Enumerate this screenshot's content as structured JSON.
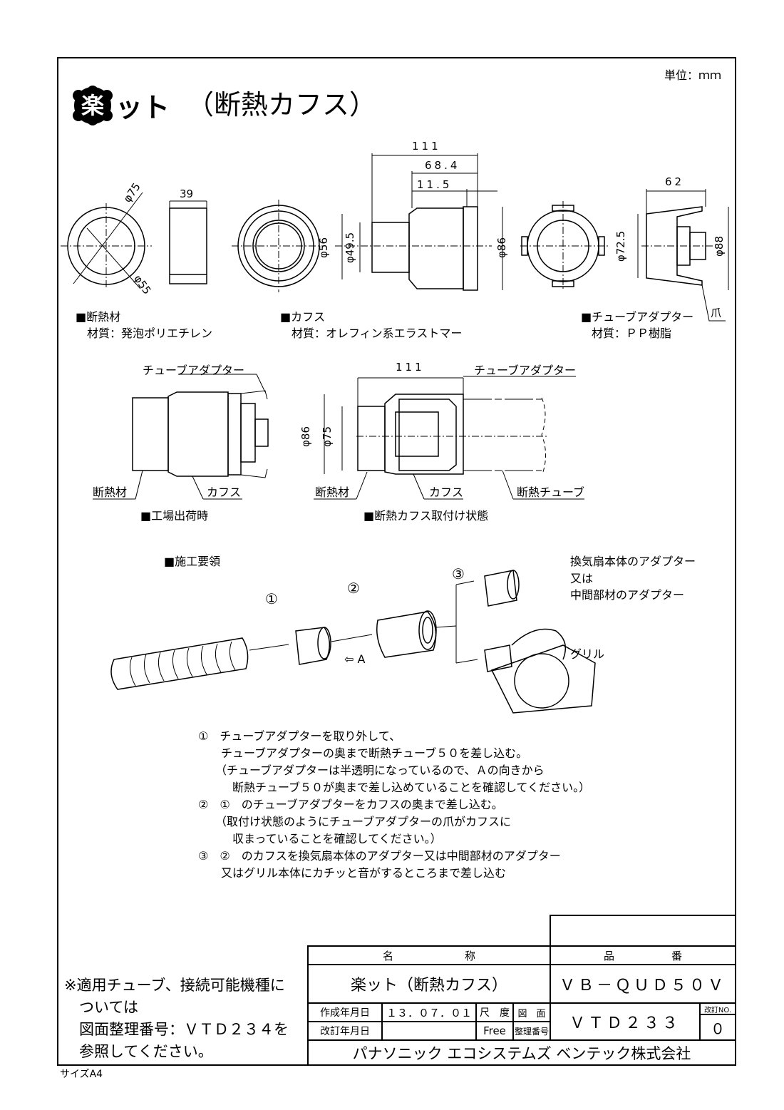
{
  "unit": "単位：ｍｍ",
  "title": {
    "logo_char": "楽",
    "logo_suffix": "ット",
    "subtitle": "（断熱カフス）"
  },
  "parts": {
    "insulator": {
      "label": "■断熱材",
      "material": "材質：発泡ポリエチレン",
      "dim_outer": "φ75",
      "dim_inner": "φ55",
      "dim_len": "39"
    },
    "cuffs": {
      "label": "■カフス",
      "material": "材質：オレフィン系エラストマー",
      "dim_total": "111",
      "dim_mid": "68.4",
      "dim_small": "11.5",
      "dim_d56": "φ56",
      "dim_d495": "φ49.5",
      "dim_d86": "φ86"
    },
    "adapter": {
      "label": "■チューブアダプター",
      "material": "材質：ＰＰ樹脂",
      "dim_len": "62",
      "dim_d725": "φ72.5",
      "dim_d88": "φ88",
      "claw": "爪"
    }
  },
  "assembly": {
    "factory": {
      "label": "■工場出荷時",
      "c_adapter": "チューブアダプター",
      "c_insul": "断熱材",
      "c_cuffs": "カフス"
    },
    "mounted": {
      "label": "■断熱カフス取付け状態",
      "dim_len": "111",
      "dim_d86": "φ86",
      "dim_d75": "φ75",
      "c_adapter": "チューブアダプター",
      "c_insul": "断熱材",
      "c_cuffs": "カフス",
      "c_tube": "断熱チューブ"
    }
  },
  "procedure": {
    "label": "■施工要領",
    "n1": "①",
    "n2": "②",
    "n3": "③",
    "arrow_a": "⇦ A",
    "fan_note": [
      "換気扇本体のアダプター",
      "又は",
      "中間部材のアダプター"
    ],
    "grille": "グリル",
    "steps": [
      "①　チューブアダプターを取り外して、",
      "　　チューブアダプターの奥まで断熱チューブ５０を差し込む。",
      "　　（チューブアダプターは半透明になっているので、Ａの向きから",
      "　　　断熱チューブ５０が奥まで差し込めていることを確認してください。）",
      "②　①　のチューブアダプターをカフスの奥まで差し込む。",
      "　　（取付け状態のようにチューブアダプターの爪がカフスに",
      "　　　収まっていることを確認してください。）",
      "③　②　のカフスを換気扇本体のアダプター又は中間部材のアダプター",
      "　　又はグリル本体にカチッと音がするところまで差し込む"
    ]
  },
  "note": [
    "※適用チューブ、接続可能機種に",
    "　ついては",
    "　図面整理番号：ＶＴＤ２３４を",
    "　参照してください。"
  ],
  "titleblock": {
    "name_header_1": "名",
    "name_header_2": "称",
    "part_header_1": "品",
    "part_header_2": "番",
    "name": "楽ット（断熱カフス）",
    "part_no": "ＶＢ－ＱＵＤ５０Ｖ",
    "created_label": "作成年月日",
    "created": "１３．０７．０１",
    "revised_label": "改訂年月日",
    "revised": "",
    "scale_label": "尺　度",
    "scale": "Free",
    "drawing_label": "図　面",
    "drawing_label2": "整理番号",
    "drawing_no": "ＶＴＤ２３３",
    "rev_label": "改訂NO.",
    "rev": "０",
    "company": "パナソニック エコシステムズ ベンテック株式会社"
  },
  "size": "サイズA4"
}
